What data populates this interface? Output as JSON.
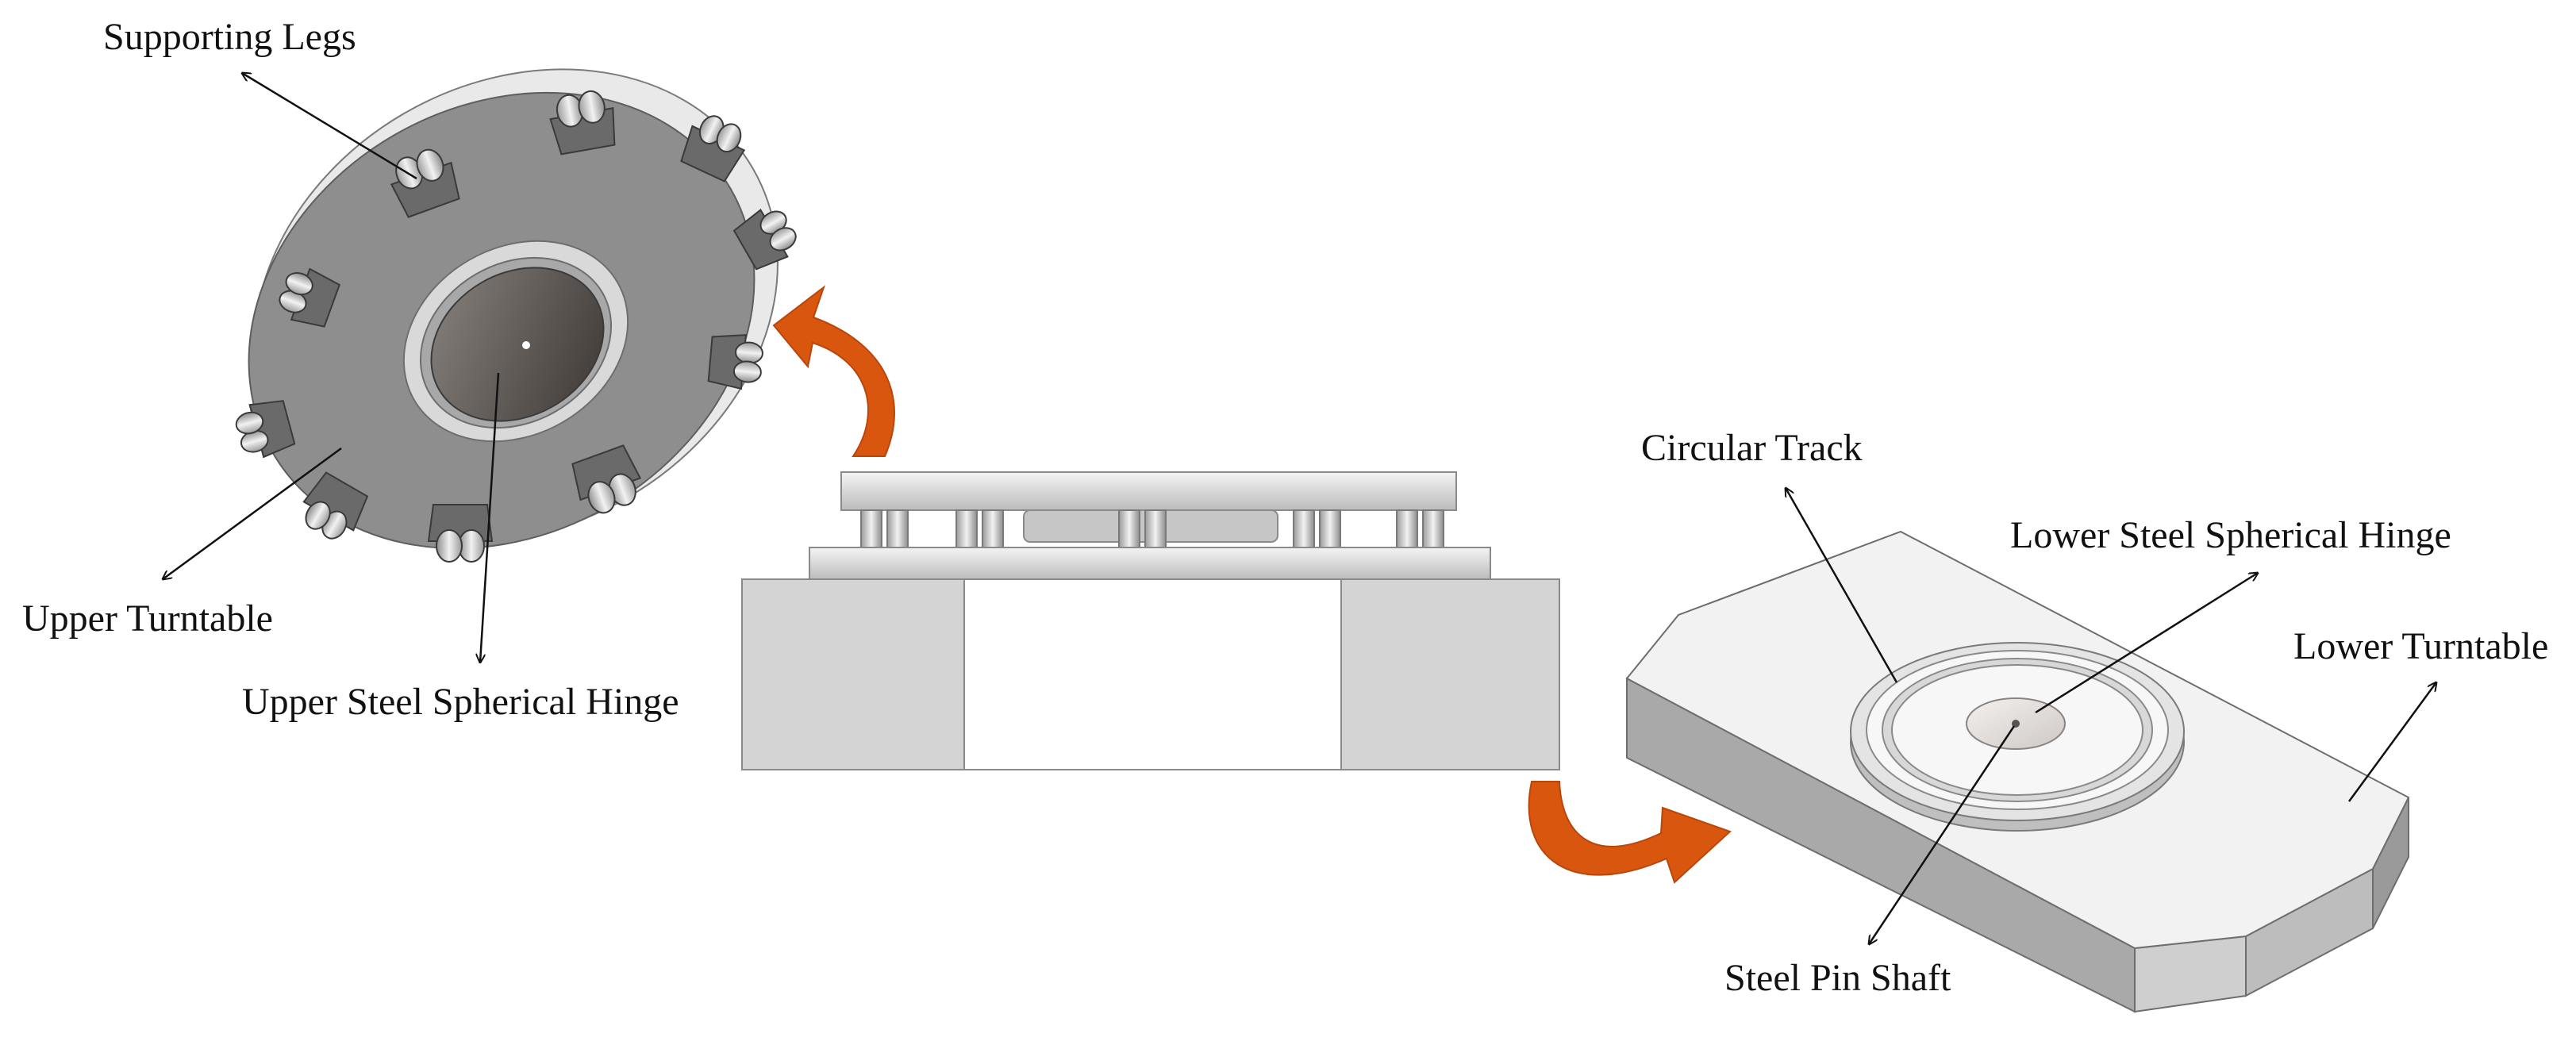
{
  "labels": {
    "supporting_legs": "Supporting Legs",
    "upper_turntable": "Upper Turntable",
    "upper_steel_spherical_hinge": "Upper Steel Spherical Hinge",
    "circular_track": "Circular Track",
    "lower_steel_spherical_hinge": "Lower Steel Spherical Hinge",
    "lower_turntable": "Lower Turntable",
    "steel_pin_shaft": "Steel Pin Shaft"
  },
  "colors": {
    "rotation_arrow": "#d9560f",
    "upper_disk_face": "#8e8e8e",
    "lower_block_top": "#f2f2f2",
    "lower_block_side": "#a9a9a9"
  }
}
